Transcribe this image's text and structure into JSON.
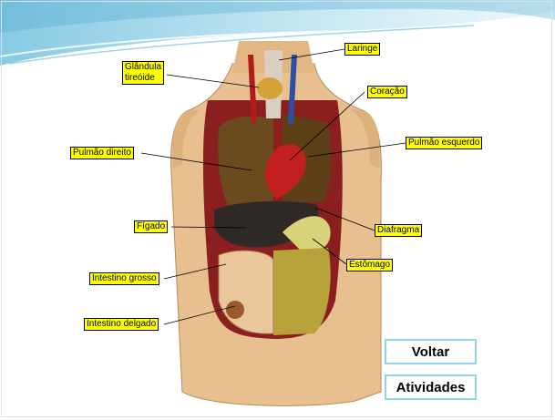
{
  "diagram": {
    "labels": {
      "laringe": "Laringe",
      "glandula_line1": "Glândula",
      "glandula_line2": "tireóide",
      "coracao": "Coração",
      "pulmao_direito": "Pulmão direito",
      "pulmao_esquerdo": "Pulmão esquerdo",
      "figado": "Fígado",
      "diafragma": "Diafragma",
      "intestino_grosso": "Intestino grosso",
      "estomago": "Estômago",
      "intestino_delgado": "Intestino delgado"
    }
  },
  "nav": {
    "voltar": "Voltar",
    "atividades": "Atividades"
  },
  "colors": {
    "label_bg": "#ffff00",
    "button_border": "#8fd4e8",
    "skin": "#e8bf8f",
    "lung": "#6b4a1d",
    "liver": "#2f2a28",
    "stomach": "#d8d27a",
    "header_wave": "#7ec9e3"
  }
}
